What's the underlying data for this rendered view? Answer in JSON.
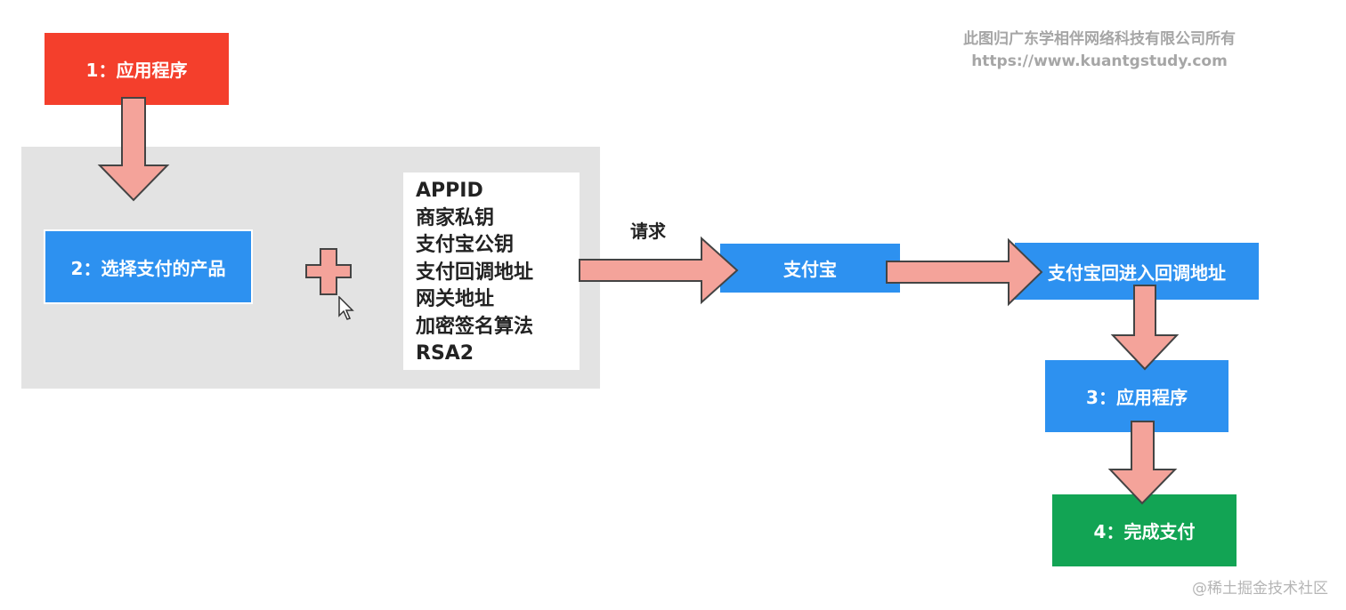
{
  "watermark": {
    "line1": "此图归广东学相伴网络科技有限公司所有",
    "line2": "https://www.kuantgstudy.com"
  },
  "nodes": {
    "app_start": "1：应用程序",
    "select_product": "2：选择支付的产品",
    "alipay": "支付宝",
    "callback": "支付宝回进入回调地址",
    "app_end": "3：应用程序",
    "complete": "4：完成支付"
  },
  "params": [
    "APPID",
    "商家私钥",
    "支付宝公钥",
    "支付回调地址",
    "网关地址",
    "加密签名算法",
    "RSA2"
  ],
  "edge_label": "请求",
  "footer": "@稀土掘金技术社区",
  "colors": {
    "red": "#f43f2c",
    "blue": "#2d91f0",
    "green": "#12a454",
    "arrow_fill": "#f4a39a",
    "panel": "#e3e3e3"
  },
  "icons": [
    "plus-icon",
    "mouse-cursor-icon",
    "arrow-down-icon",
    "arrow-right-icon"
  ]
}
